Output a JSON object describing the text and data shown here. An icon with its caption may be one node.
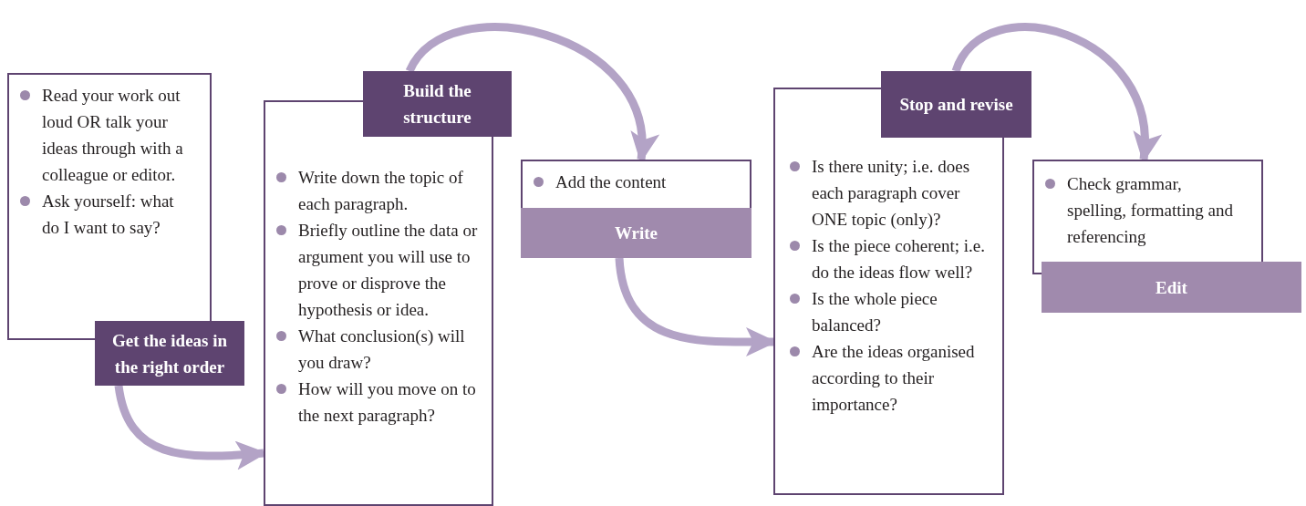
{
  "diagram": {
    "nodes": [
      {
        "text": [
          "Read your work out loud OR talk your ideas through with a colleague or editor.",
          "Ask yourself: what do I want to say?",
          "Get the ideas in the right order"
        ]
      },
      {
        "text": [
          "Build the structure",
          "Write down the topic of each paragraph.",
          "Briefly outline the data or argument you will use to prove or disprove the hypothesis or idea.",
          "What conclusion(s) will you draw?",
          "How will you move on to the next paragraph?"
        ]
      },
      {
        "text": [
          "Add the content",
          "Write"
        ]
      },
      {
        "text": [
          "Stop and revise",
          "Is there unity; i.e. does each paragraph cover ONE topic (only)?",
          "Is the piece coherent; i.e. do the ideas flow well?",
          "Is the whole piece balanced?",
          "Are the ideas organised according to their importance?"
        ]
      },
      {
        "text": [
          "Check grammar, spelling, formatting and referencing",
          "Edit"
        ]
      }
    ],
    "edges": [
      {
        "from": 0,
        "to": 1,
        "arrow": "to"
      },
      {
        "from": 1,
        "to": 2,
        "arrow": "to"
      },
      {
        "from": 2,
        "to": 3,
        "arrow": "to"
      },
      {
        "from": 3,
        "to": 4,
        "arrow": "to"
      }
    ]
  }
}
